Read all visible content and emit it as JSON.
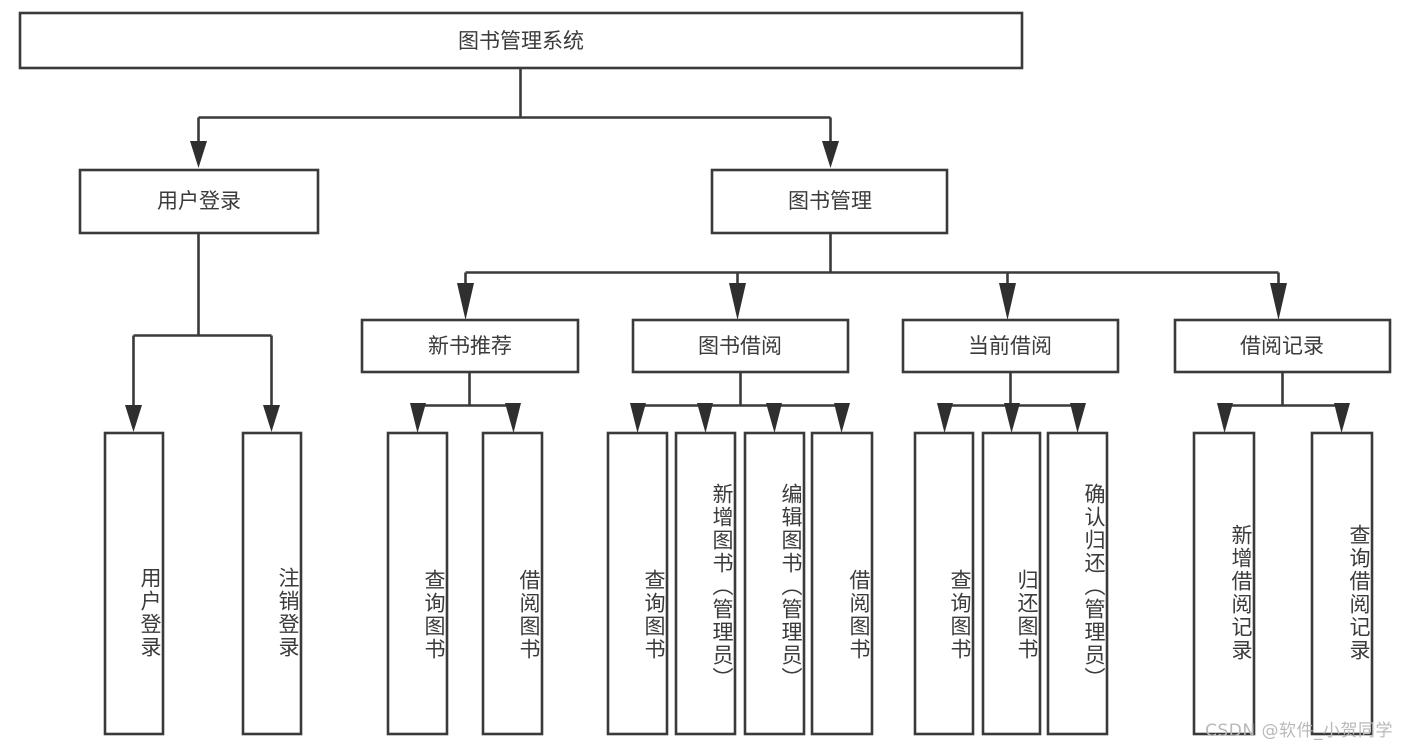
{
  "diagram": {
    "type": "hierarchy-tree",
    "root": {
      "id": "root",
      "label": "图书管理系统"
    },
    "level1": [
      {
        "id": "user-login",
        "label": "用户登录"
      },
      {
        "id": "book-manage",
        "label": "图书管理"
      }
    ],
    "level2": [
      {
        "id": "new-book-rec",
        "label": "新书推荐",
        "parent": "book-manage"
      },
      {
        "id": "book-borrow",
        "label": "图书借阅",
        "parent": "book-manage"
      },
      {
        "id": "current-borrow",
        "label": "当前借阅",
        "parent": "book-manage"
      },
      {
        "id": "borrow-record",
        "label": "借阅记录",
        "parent": "book-manage"
      }
    ],
    "leaves": [
      {
        "id": "leaf-user-login",
        "label": "用户登录",
        "parent": "user-login"
      },
      {
        "id": "leaf-logout",
        "label": "注销登录",
        "parent": "user-login"
      },
      {
        "id": "leaf-query-book-1",
        "label": "查询图书",
        "parent": "new-book-rec"
      },
      {
        "id": "leaf-borrow-book-1",
        "label": "借阅图书",
        "parent": "new-book-rec"
      },
      {
        "id": "leaf-query-book-2",
        "label": "查询图书",
        "parent": "book-borrow"
      },
      {
        "id": "leaf-add-book",
        "label": "新增图书（管理员）",
        "parent": "book-borrow"
      },
      {
        "id": "leaf-edit-book",
        "label": "编辑图书（管理员）",
        "parent": "book-borrow"
      },
      {
        "id": "leaf-borrow-book-2",
        "label": "借阅图书",
        "parent": "book-borrow"
      },
      {
        "id": "leaf-query-book-3",
        "label": "查询图书",
        "parent": "current-borrow"
      },
      {
        "id": "leaf-return-book",
        "label": "归还图书",
        "parent": "current-borrow"
      },
      {
        "id": "leaf-confirm-return",
        "label": "确认归还（管理员）",
        "parent": "current-borrow"
      },
      {
        "id": "leaf-add-record",
        "label": "新增借阅记录",
        "parent": "borrow-record"
      },
      {
        "id": "leaf-query-record",
        "label": "查询借阅记录",
        "parent": "borrow-record"
      }
    ]
  },
  "watermark": {
    "text": "CSDN @软件_小贺同学"
  },
  "colors": {
    "stroke": "#3a3a3a",
    "text": "#3b3b3b",
    "background": "#ffffff",
    "watermark": "#b9b9b9"
  }
}
